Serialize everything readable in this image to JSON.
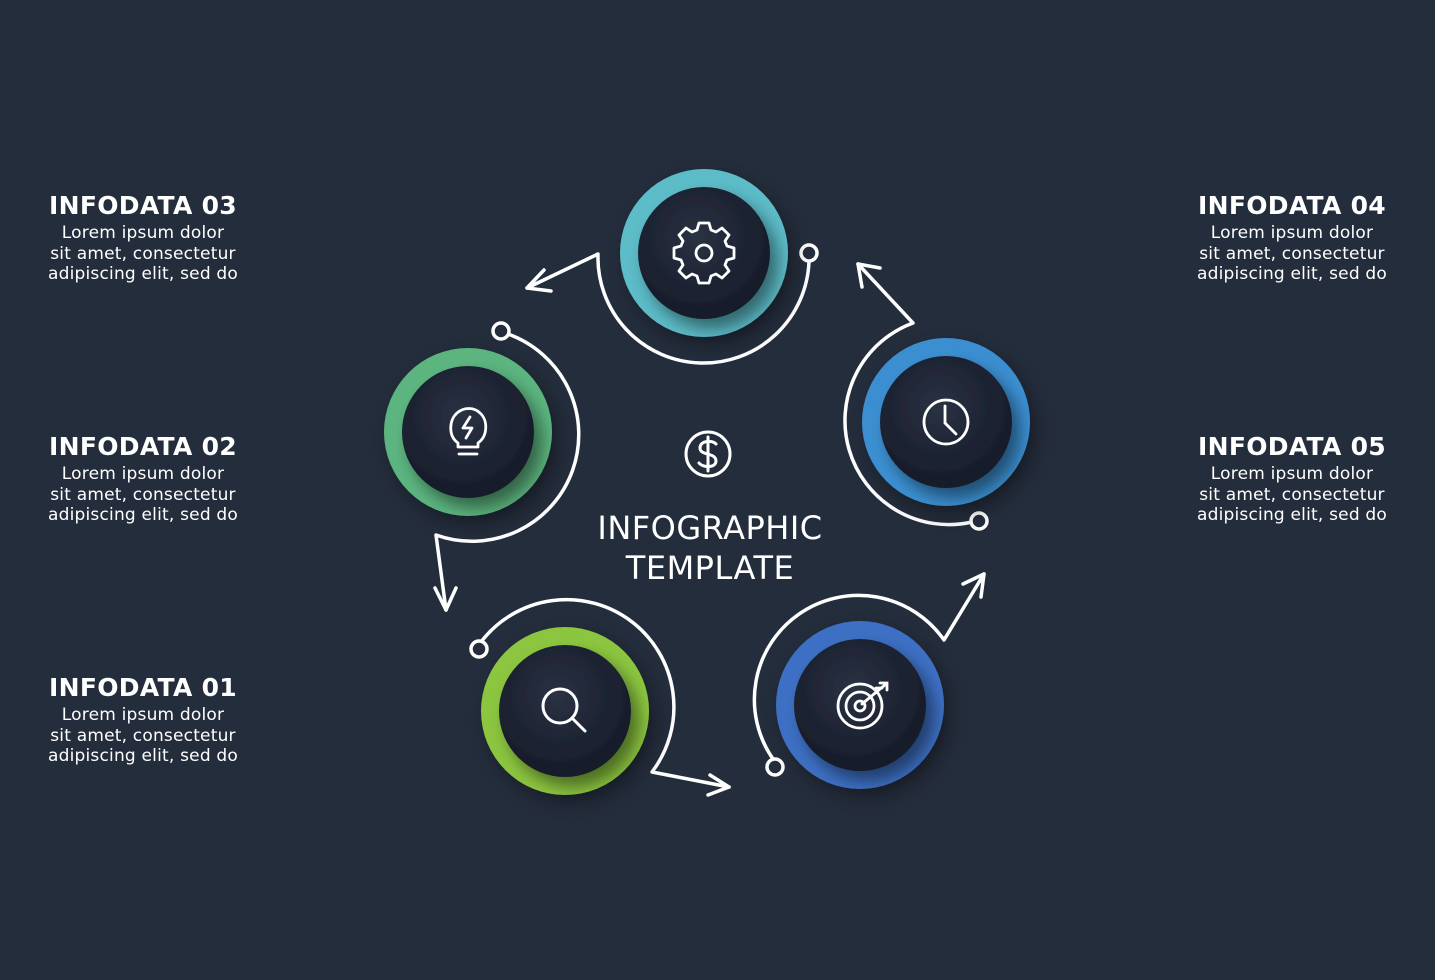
{
  "colors": {
    "background": "#242d3c",
    "ring_01": "#8cc63f",
    "ring_02": "#5bb57f",
    "ring_03": "#5bbcc8",
    "ring_04": "#3a8fd1",
    "ring_05": "#3d6fc4",
    "disc": "#1b2130",
    "line": "#ffffff"
  },
  "center": {
    "icon": "dollar-icon",
    "title_line1": "INFOGRAPHIC",
    "title_line2": "TEMPLATE"
  },
  "steps": [
    {
      "id": "01",
      "icon": "magnifier-icon",
      "title": "INFODATA 01",
      "body_l1": "Lorem ipsum dolor",
      "body_l2": "sit amet, consectetur",
      "body_l3": "adipiscing elit, sed do"
    },
    {
      "id": "02",
      "icon": "lightbulb-icon",
      "title": "INFODATA 02",
      "body_l1": "Lorem ipsum dolor",
      "body_l2": "sit amet, consectetur",
      "body_l3": "adipiscing elit, sed do"
    },
    {
      "id": "03",
      "icon": "gear-icon",
      "title": "INFODATA 03",
      "body_l1": "Lorem ipsum dolor",
      "body_l2": "sit amet, consectetur",
      "body_l3": "adipiscing elit, sed do"
    },
    {
      "id": "04",
      "icon": "clock-icon",
      "title": "INFODATA 04",
      "body_l1": "Lorem ipsum dolor",
      "body_l2": "sit amet, consectetur",
      "body_l3": "adipiscing elit, sed do"
    },
    {
      "id": "05",
      "icon": "target-icon",
      "title": "INFODATA 05",
      "body_l1": "Lorem ipsum dolor",
      "body_l2": "sit amet, consectetur",
      "body_l3": "adipiscing elit, sed do"
    }
  ]
}
